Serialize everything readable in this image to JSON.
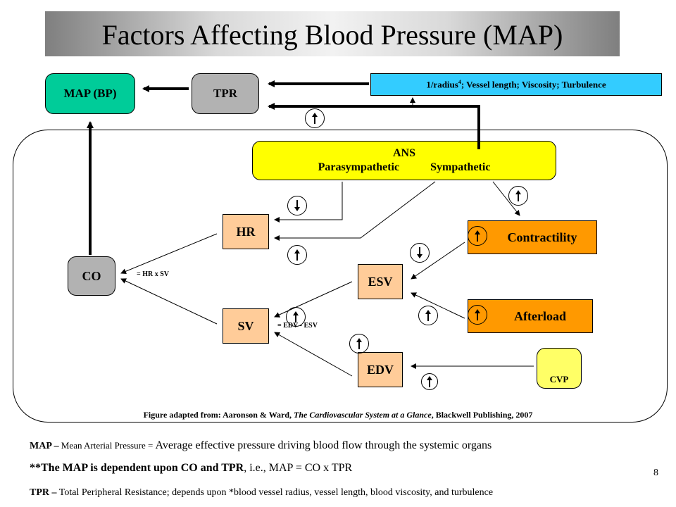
{
  "title": "Factors Affecting Blood Pressure (MAP)",
  "nodes": {
    "map_bp": "MAP (BP)",
    "tpr": "TPR",
    "resistance_factors_pre": "1/radius",
    "resistance_factors_sup": "4",
    "resistance_factors_post": "; Vessel length; Viscosity; Turbulence",
    "ans_title": "ANS",
    "ans_parasympathetic": "Parasympathetic",
    "ans_sympathetic": "Sympathetic",
    "hr": "HR",
    "co": "CO",
    "sv": "SV",
    "esv": "ESV",
    "edv": "EDV",
    "contractility": "Contractility",
    "afterload": "Afterload",
    "cvp": "CVP"
  },
  "formulas": {
    "co_formula": "= HR x SV",
    "sv_formula": "= EDV - ESV"
  },
  "credit": {
    "prefix": "Figure adapted from: Aaronson & Ward, ",
    "book": "The Cardiovascular System at a Glance",
    "suffix": ", Blackwell Publishing, 2007"
  },
  "footnotes": {
    "map_term": "MAP –",
    "map_def_small": " Mean Arterial Pressure = ",
    "map_def_large": "Average effective pressure driving blood flow through the systemic organs",
    "dep_bold": "**The MAP is dependent upon CO and TPR",
    "dep_rest": ", i.e., MAP = CO x TPR",
    "tpr_term": "TPR –",
    "tpr_def": " Total Peripheral Resistance; depends upon *blood vessel radius, vessel length, blood viscosity, and turbulence"
  },
  "page_number": "8",
  "colors": {
    "map_bp": "#00cc99",
    "tpr": "#b2b2b2",
    "resistance": "#33ccff",
    "ans": "#ffff00",
    "orange": "#ff9900",
    "peach": "#ffcc99",
    "cvp": "#ffff66"
  },
  "indicators": [
    {
      "name": "tpr-increase-indicator",
      "direction": "up"
    },
    {
      "name": "parasympathetic-hr-decrease-indicator",
      "direction": "down"
    },
    {
      "name": "sympathetic-contractility-increase-indicator",
      "direction": "up"
    },
    {
      "name": "hr-increase-indicator",
      "direction": "up"
    },
    {
      "name": "esv-decrease-indicator",
      "direction": "down"
    },
    {
      "name": "afterload-esv-increase-indicator",
      "direction": "up"
    },
    {
      "name": "sv-increase-indicator",
      "direction": "up"
    },
    {
      "name": "edv-increase-indicator",
      "direction": "up"
    },
    {
      "name": "contractility-increase-indicator",
      "direction": "up"
    },
    {
      "name": "afterload-increase-indicator",
      "direction": "up"
    },
    {
      "name": "cvp-increase-indicator",
      "direction": "up"
    }
  ]
}
